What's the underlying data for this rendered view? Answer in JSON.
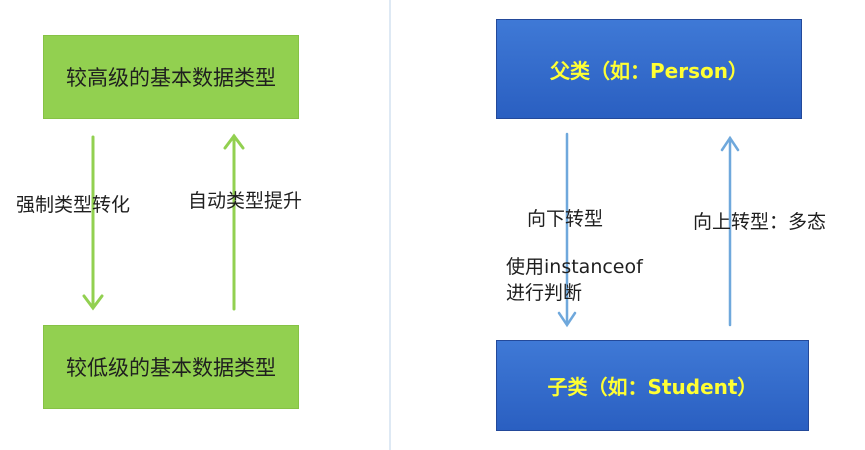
{
  "left_panel": {
    "top_box": "较高级的基本数据类型",
    "bottom_box": "较低级的基本数据类型",
    "down_label": "强制类型转化",
    "up_label": "自动类型提升"
  },
  "right_panel": {
    "top_box": "父类（如：Person）",
    "bottom_box": "子类（如：Student）",
    "down_label": "向下转型",
    "down_note_line1": "使用instanceof",
    "down_note_line2": "进行判断",
    "up_label": "向上转型：多态"
  },
  "colors": {
    "green_box": "#92d050",
    "green_arrow": "#92d050",
    "blue_box": "#3366cc",
    "blue_text": "#ffff33",
    "blue_arrow": "#6fa8dc",
    "divider": "#bcd3ea"
  }
}
